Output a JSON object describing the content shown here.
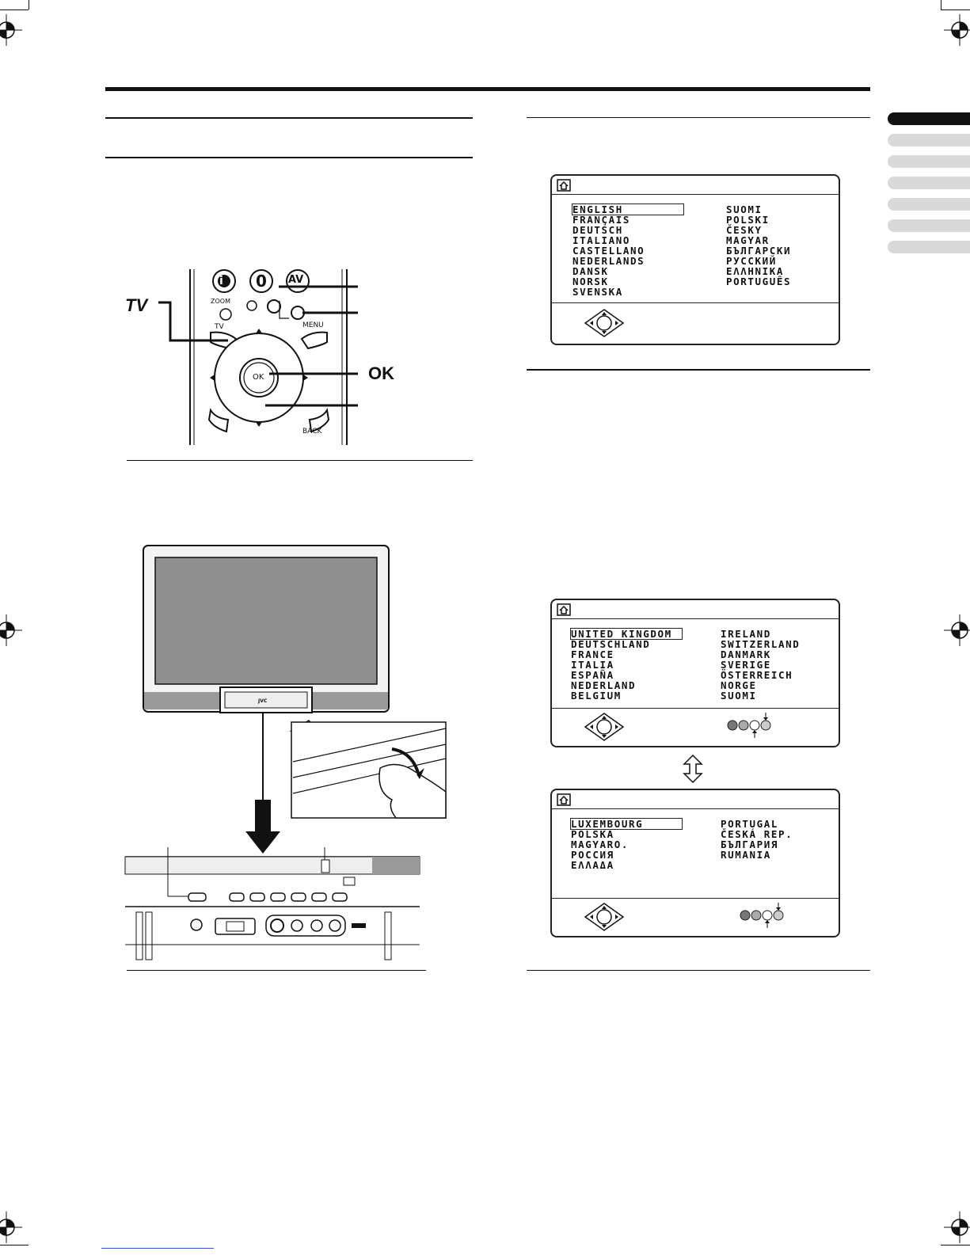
{
  "remote": {
    "label_tv": "TV",
    "label_ok": "OK",
    "btn_info": "i",
    "btn_zero": "0",
    "btn_av": "AV",
    "btn_zoom": "ZOOM",
    "btn_tv": "TV",
    "btn_menu": "MENU",
    "btn_ok": "OK",
    "btn_back": "BACK"
  },
  "tv": {
    "logo": "JVC"
  },
  "language_menu": {
    "left": [
      "ENGLISH",
      "FRANÇAIS",
      "DEUTSCH",
      "ITALIANO",
      "CASTELLANO",
      "NEDERLANDS",
      "DANSK",
      "NORSK",
      "SVENSKA"
    ],
    "right": [
      "SUOMI",
      "POLSKI",
      "ČESKY",
      "MAGYAR",
      "БЪЛГАРСКИ",
      "РУССКИЙ",
      "ΕΛΛΗΝΙΚΑ",
      "PORTUGUÊS"
    ]
  },
  "country_menu_1": {
    "left": [
      "UNITED KINGDOM",
      "DEUTSCHLAND",
      "FRANCE",
      "ITALIA",
      "ESPAÑA",
      "NEDERLAND",
      "BELGIUM"
    ],
    "right": [
      "IRELAND",
      "SWITZERLAND",
      "DANMARK",
      "SVERIGE",
      "ÖSTERREICH",
      "NORGE",
      "SUOMI"
    ]
  },
  "country_menu_2": {
    "left": [
      "LUXEMBOURG",
      "POLSKA",
      "MAGYARO.",
      "РОССИЯ",
      "ΕΛΛΑΔΑ"
    ],
    "right": [
      "PORTUGAL",
      "ČESKÁ REP.",
      "БЪЛГАРИЯ",
      "RUMANIA"
    ]
  },
  "colors": {
    "ink": "#111111",
    "tab_inactive": "#d9d9d9",
    "screen_grey": "#8f8f8f"
  }
}
